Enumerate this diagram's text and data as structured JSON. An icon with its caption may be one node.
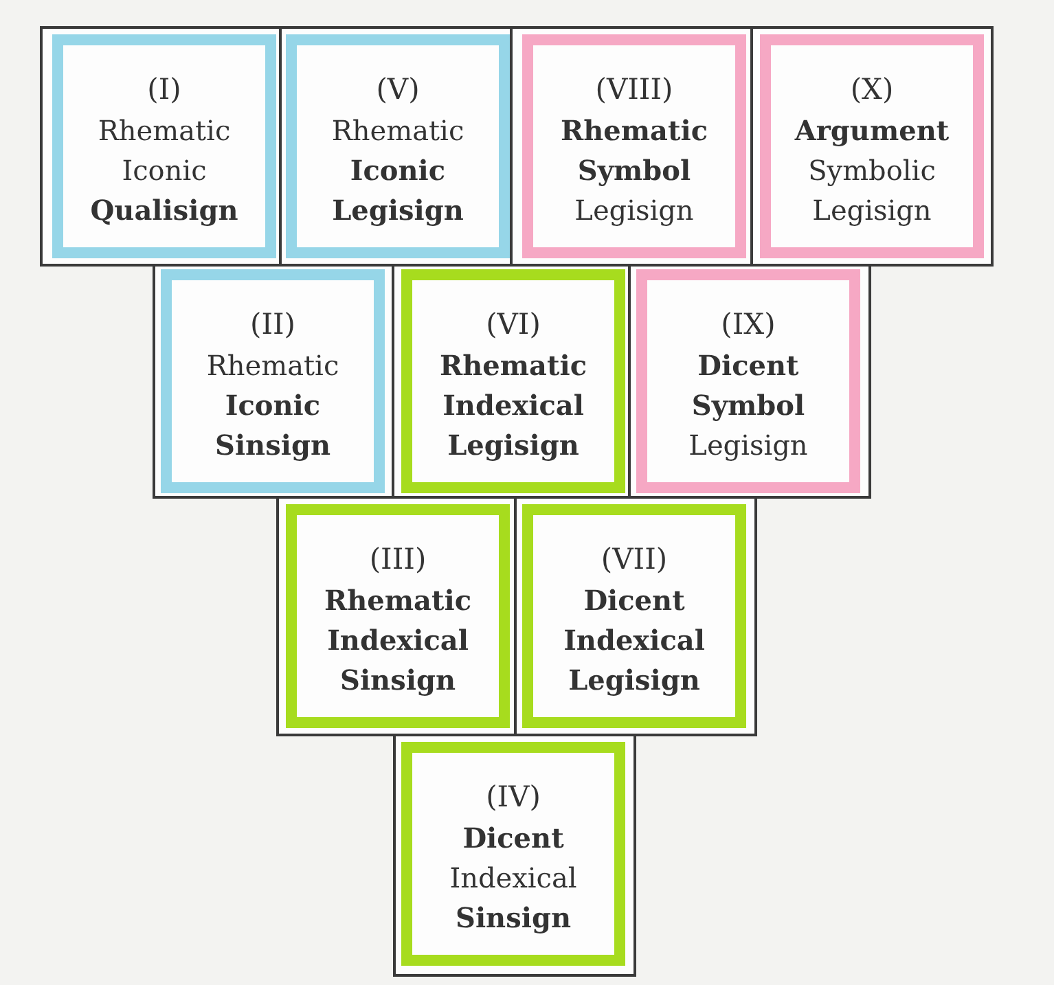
{
  "diagram": {
    "nodes": [
      {
        "text": [
          "(I)",
          "Rhematic Iconic **Qualisign**"
        ]
      },
      {
        "text": [
          "(V)",
          "Rhematic **Iconic** **Legisign**"
        ]
      },
      {
        "text": [
          "(VIII)",
          "**Rhematic** **Symbol** Legisign"
        ]
      },
      {
        "text": [
          "(X)",
          "**Argument** Symbolic Legisign"
        ]
      },
      {
        "text": [
          "(II)",
          "Rhematic **Iconic** **Sinsign**"
        ]
      },
      {
        "text": [
          "(VI)",
          "**Rhematic** **Indexical** **Legisign**"
        ]
      },
      {
        "text": [
          "(IX)",
          "**Dicent** **Symbol** Legisign"
        ]
      },
      {
        "text": [
          "(III)",
          "**Rhematic** **Indexical** **Sinsign**"
        ]
      },
      {
        "text": [
          "(VII)",
          "**Dicent** **Indexical** **Legisign**"
        ]
      },
      {
        "text": [
          "(IV)",
          "**Dicent** Indexical **Sinsign**"
        ]
      }
    ]
  }
}
